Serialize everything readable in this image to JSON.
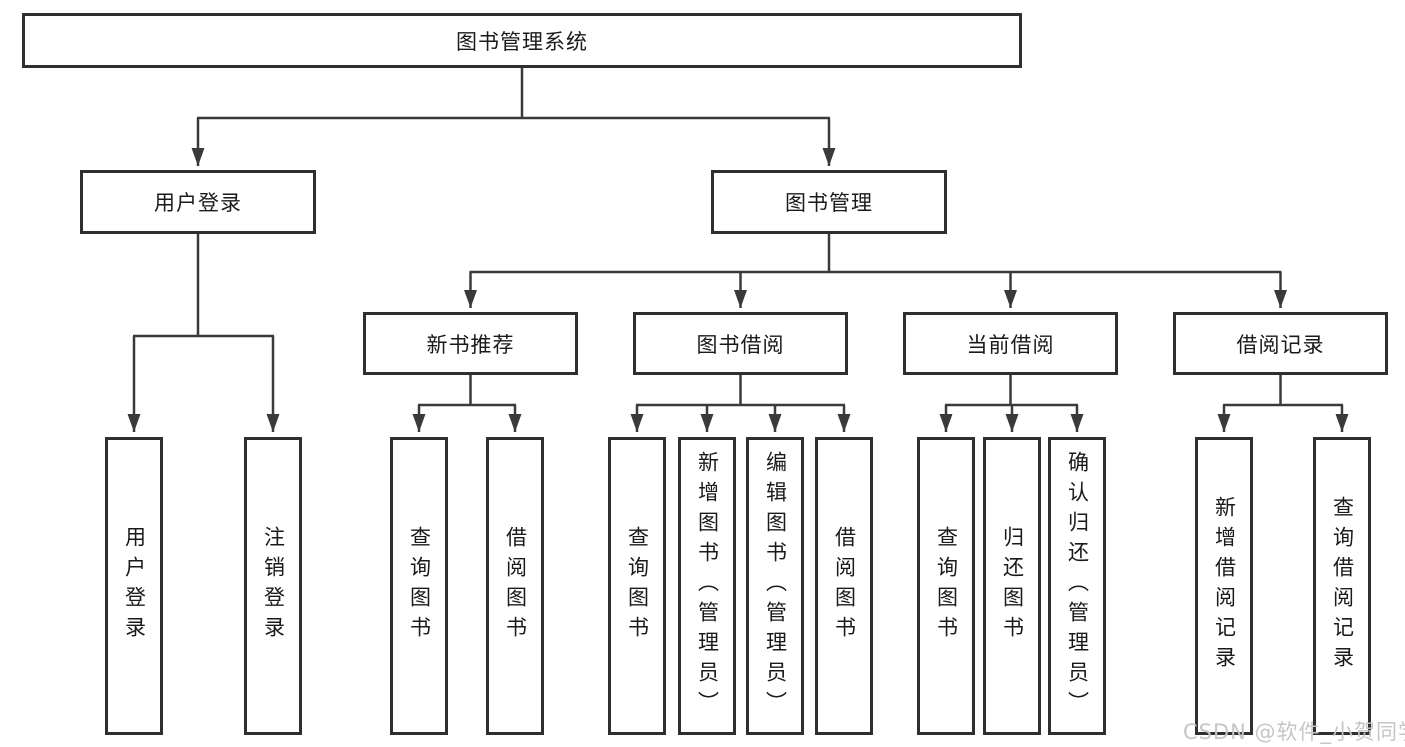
{
  "nodes": {
    "root": {
      "label": "图书管理系统"
    },
    "l2": [
      {
        "label": "用户登录"
      },
      {
        "label": "图书管理"
      }
    ],
    "l3": [
      {
        "label": "新书推荐"
      },
      {
        "label": "图书借阅"
      },
      {
        "label": "当前借阅"
      },
      {
        "label": "借阅记录"
      }
    ],
    "leaves": [
      {
        "label": "用户登录"
      },
      {
        "label": "注销登录"
      },
      {
        "label": "查询图书"
      },
      {
        "label": "借阅图书"
      },
      {
        "label": "查询图书"
      },
      {
        "label": "新增图书（管理员）"
      },
      {
        "label": "编辑图书（管理员）"
      },
      {
        "label": "借阅图书"
      },
      {
        "label": "查询图书"
      },
      {
        "label": "归还图书"
      },
      {
        "label": "确认归还（管理员）"
      },
      {
        "label": "新增借阅记录"
      },
      {
        "label": "查询借阅记录"
      }
    ]
  },
  "watermark": {
    "text": "CSDN @软件_小贺同学"
  },
  "colors": {
    "line": "#3a3a3a",
    "border": "#2f2f2f",
    "fill": "#ffffff",
    "text": "#1a1a1a",
    "watermark": "#c6c6c6"
  }
}
